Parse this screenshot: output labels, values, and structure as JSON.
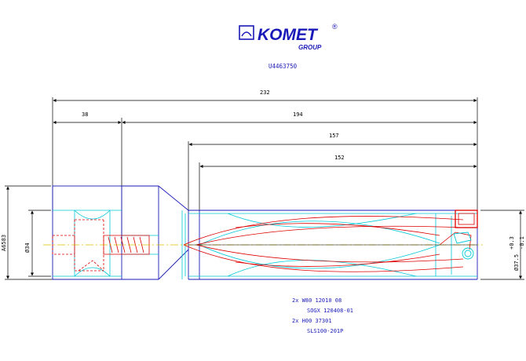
{
  "logo": {
    "brand": "KOMET",
    "registered": "®",
    "group": "GROUP"
  },
  "part_number": "U4463750",
  "dimensions": {
    "total_length": "232",
    "shank_length": "38",
    "body_length": "194",
    "length_157": "157",
    "length_152": "152",
    "left_overall_dia": "A6583",
    "shank_dia": "Ø34",
    "drill_dia": "Ø37.5",
    "drill_tol_upper": "+0.3",
    "drill_tol_lower": "-0.1"
  },
  "parts_list": [
    "2x W80 12010 08",
    "SOGX 120408-01",
    "2x H00 37301",
    "SLS100-201P"
  ],
  "colors": {
    "outline": "#1a1ab8",
    "cyan": "#00c8d8",
    "red": "#dd0000",
    "dim": "#000000",
    "center": "#e0c000"
  }
}
